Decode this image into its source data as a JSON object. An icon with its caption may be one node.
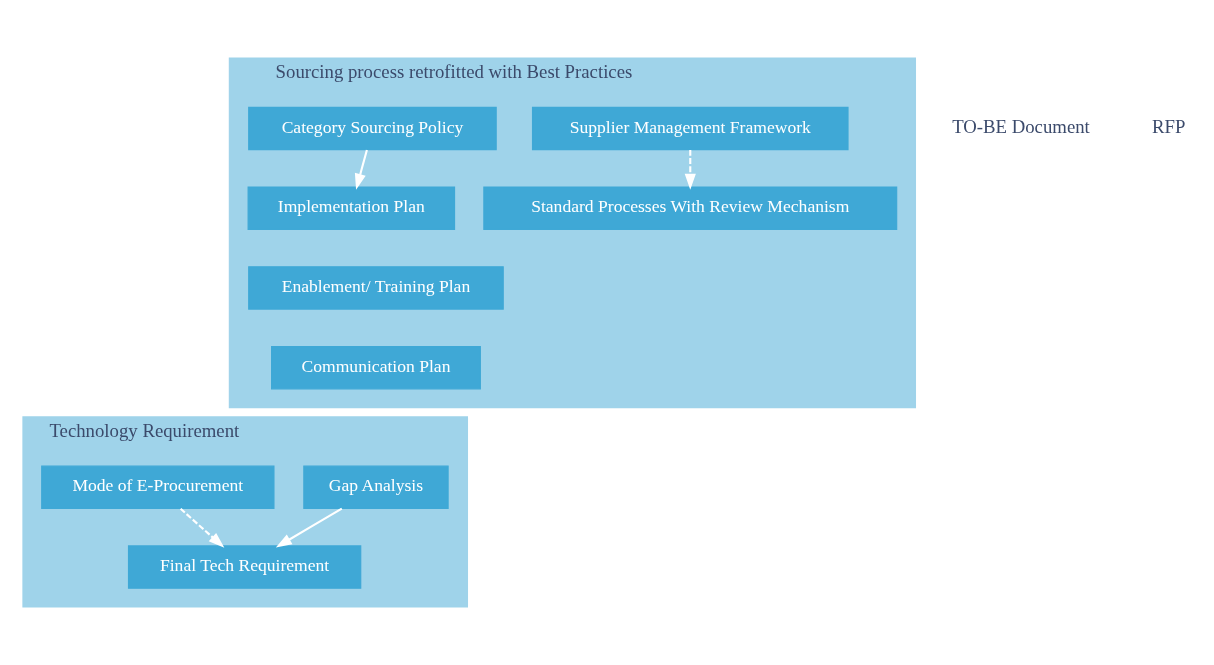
{
  "diagram": {
    "nodes": [
      {
        "text": [
          "Sourcing process retrofitted with Best Practices"
        ]
      },
      {
        "text": [
          "Supplier Management Framework"
        ],
        "in": 0
      },
      {
        "text": [
          "Category Sourcing Policy"
        ],
        "in": 0
      },
      {
        "text": [
          "Standard Processes With Review Mechanism"
        ],
        "in": 0
      },
      {
        "text": [
          "Implementation Plan"
        ],
        "in": 0
      },
      {
        "text": [
          "Enablement/ Training Plan"
        ],
        "in": 0
      },
      {
        "text": [
          "Communication Plan"
        ],
        "in": 0
      },
      {
        "text": [
          "Technology Requirement"
        ]
      },
      {
        "text": [
          "Gap Analysis"
        ],
        "in": 7
      },
      {
        "text": [
          "Final Tech Requirement"
        ],
        "in": 7
      },
      {
        "text": [
          "Mode of E-Procurement"
        ],
        "in": 7
      }
    ],
    "edges": [
      {
        "from": 1,
        "to": 3,
        "arrow": "to",
        "style": "dashed"
      },
      {
        "from": 2,
        "to": 4,
        "arrow": "to"
      },
      {
        "from": 8,
        "to": 9,
        "arrow": "to"
      },
      {
        "from": 10,
        "to": 9,
        "arrow": "to",
        "style": "dashed"
      }
    ],
    "labels": [
      "TO-BE Document",
      "RFP"
    ]
  }
}
